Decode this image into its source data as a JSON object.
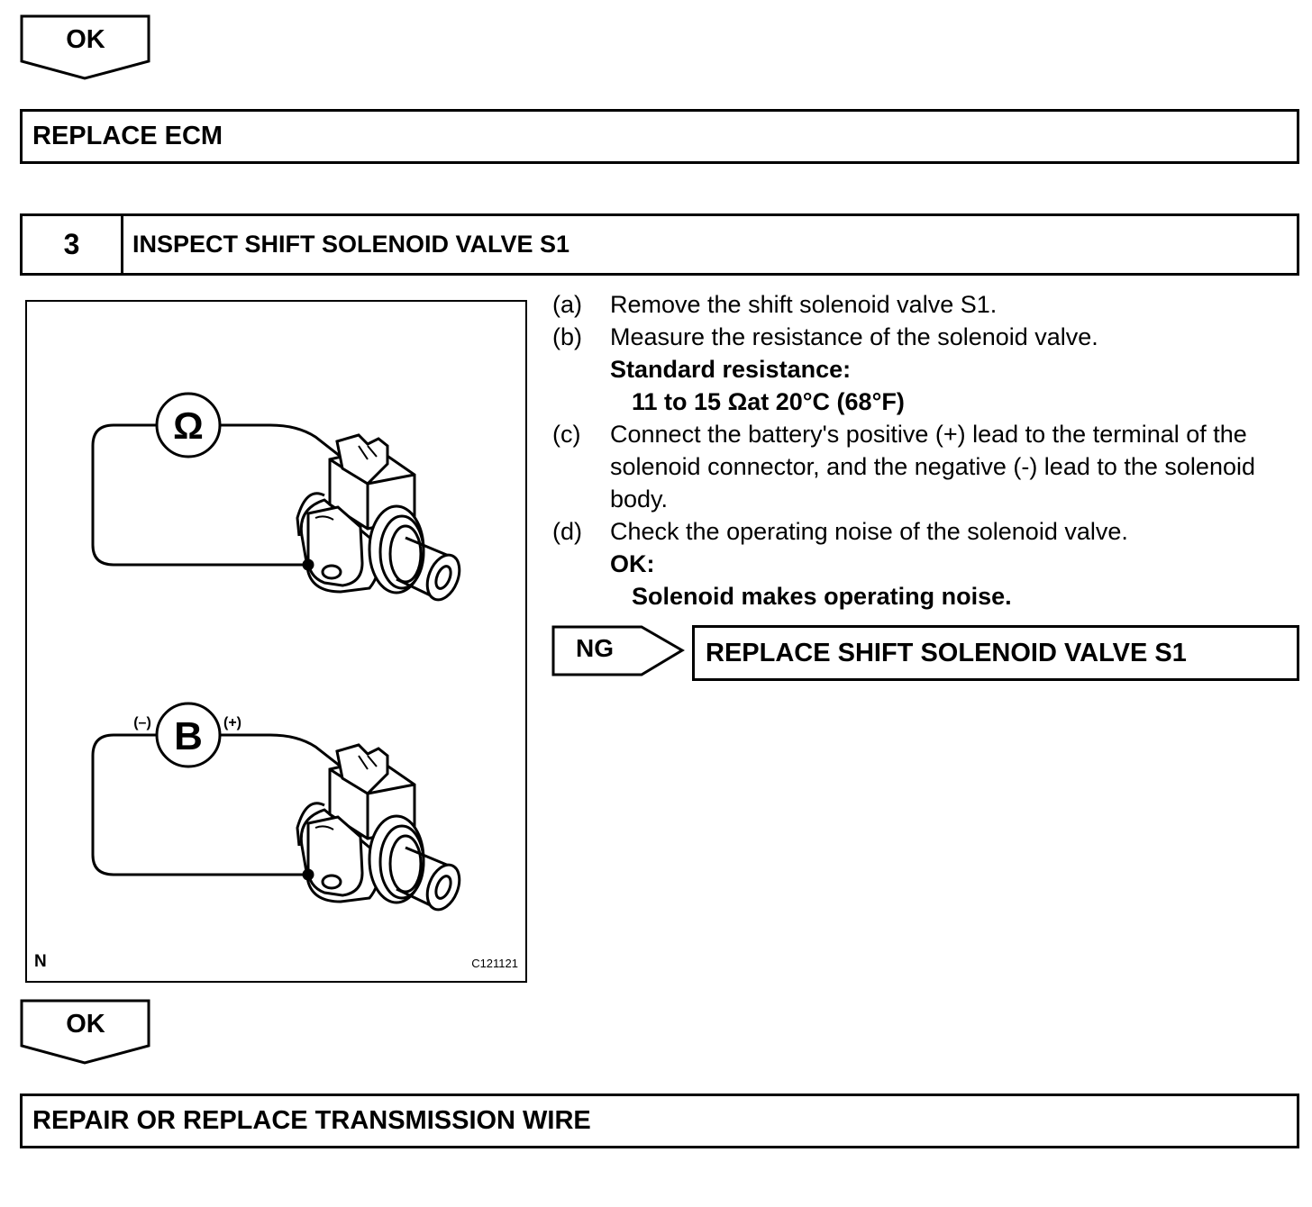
{
  "ok_arrow_top": {
    "label": "OK"
  },
  "replace_ecm": {
    "text": "REPLACE ECM"
  },
  "step": {
    "number": "3",
    "title": "INSPECT SHIFT SOLENOID VALVE S1"
  },
  "figure": {
    "ohm_symbol": "Ω",
    "battery_symbol": "B",
    "minus_label": "(–)",
    "plus_label": "(+)",
    "letter": "N",
    "code": "C121121"
  },
  "instructions": {
    "a": {
      "marker": "(a)",
      "text": "Remove the shift solenoid valve S1."
    },
    "b": {
      "marker": "(b)",
      "text": "Measure the resistance of the solenoid valve."
    },
    "standard_label": "Standard resistance:",
    "standard_value": "11 to 15 Ωat 20°C (68°F)",
    "c": {
      "marker": "(c)",
      "text": "Connect the battery's positive (+) lead to the terminal of the solenoid connector, and the negative (-) lead to the solenoid body."
    },
    "d": {
      "marker": "(d)",
      "text": "Check the operating noise of the solenoid valve."
    },
    "ok_label": "OK:",
    "ok_value": "Solenoid makes operating noise."
  },
  "ng_arrow": {
    "label": "NG"
  },
  "replace_valve": {
    "text": "REPLACE SHIFT SOLENOID VALVE S1"
  },
  "ok_arrow_bottom": {
    "label": "OK"
  },
  "repair_wire": {
    "text": "REPAIR OR REPLACE TRANSMISSION WIRE"
  }
}
